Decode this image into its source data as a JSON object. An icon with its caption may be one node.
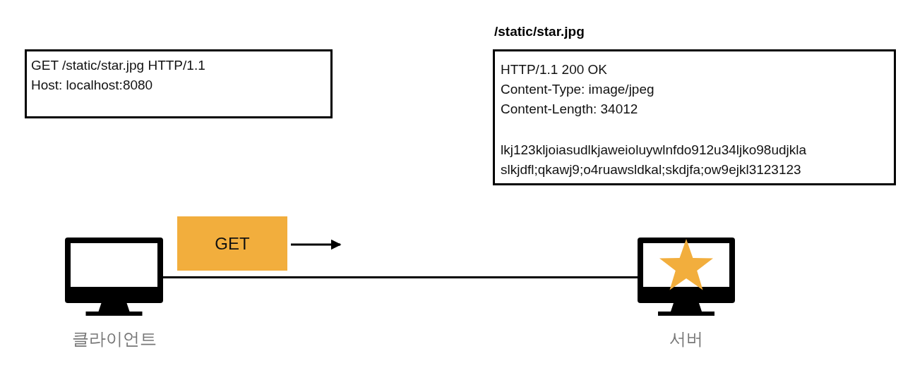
{
  "diagram": {
    "nodes": [
      {
        "text": [
          "GET /static/star.jpg HTTP/1.1",
          "Host: localhost:8080"
        ]
      },
      {
        "text": [
          "/static/star.jpg",
          "HTTP/1.1 200 OK",
          "Content-Type: image/jpeg",
          "Content-Length: 34012",
          "lkj123kljoiasudlkjaweioluywlnfdo912u34ljko98udjkla",
          "slkjdfl;qkawj9;o4ruawsldkal;skdjfa;ow9ejkl3123123"
        ]
      },
      {
        "text": [],
        "shape": "monitor",
        "beside": [
          "클라이언트"
        ]
      },
      {
        "text": [],
        "shape": "monitor",
        "beside": [
          "서버"
        ]
      },
      {
        "text": [
          "GET"
        ]
      }
    ],
    "edges": [
      {
        "from": 2,
        "to": 3,
        "arrow": "none"
      },
      {
        "from": 4,
        "to": null,
        "arrow": "to"
      }
    ]
  }
}
